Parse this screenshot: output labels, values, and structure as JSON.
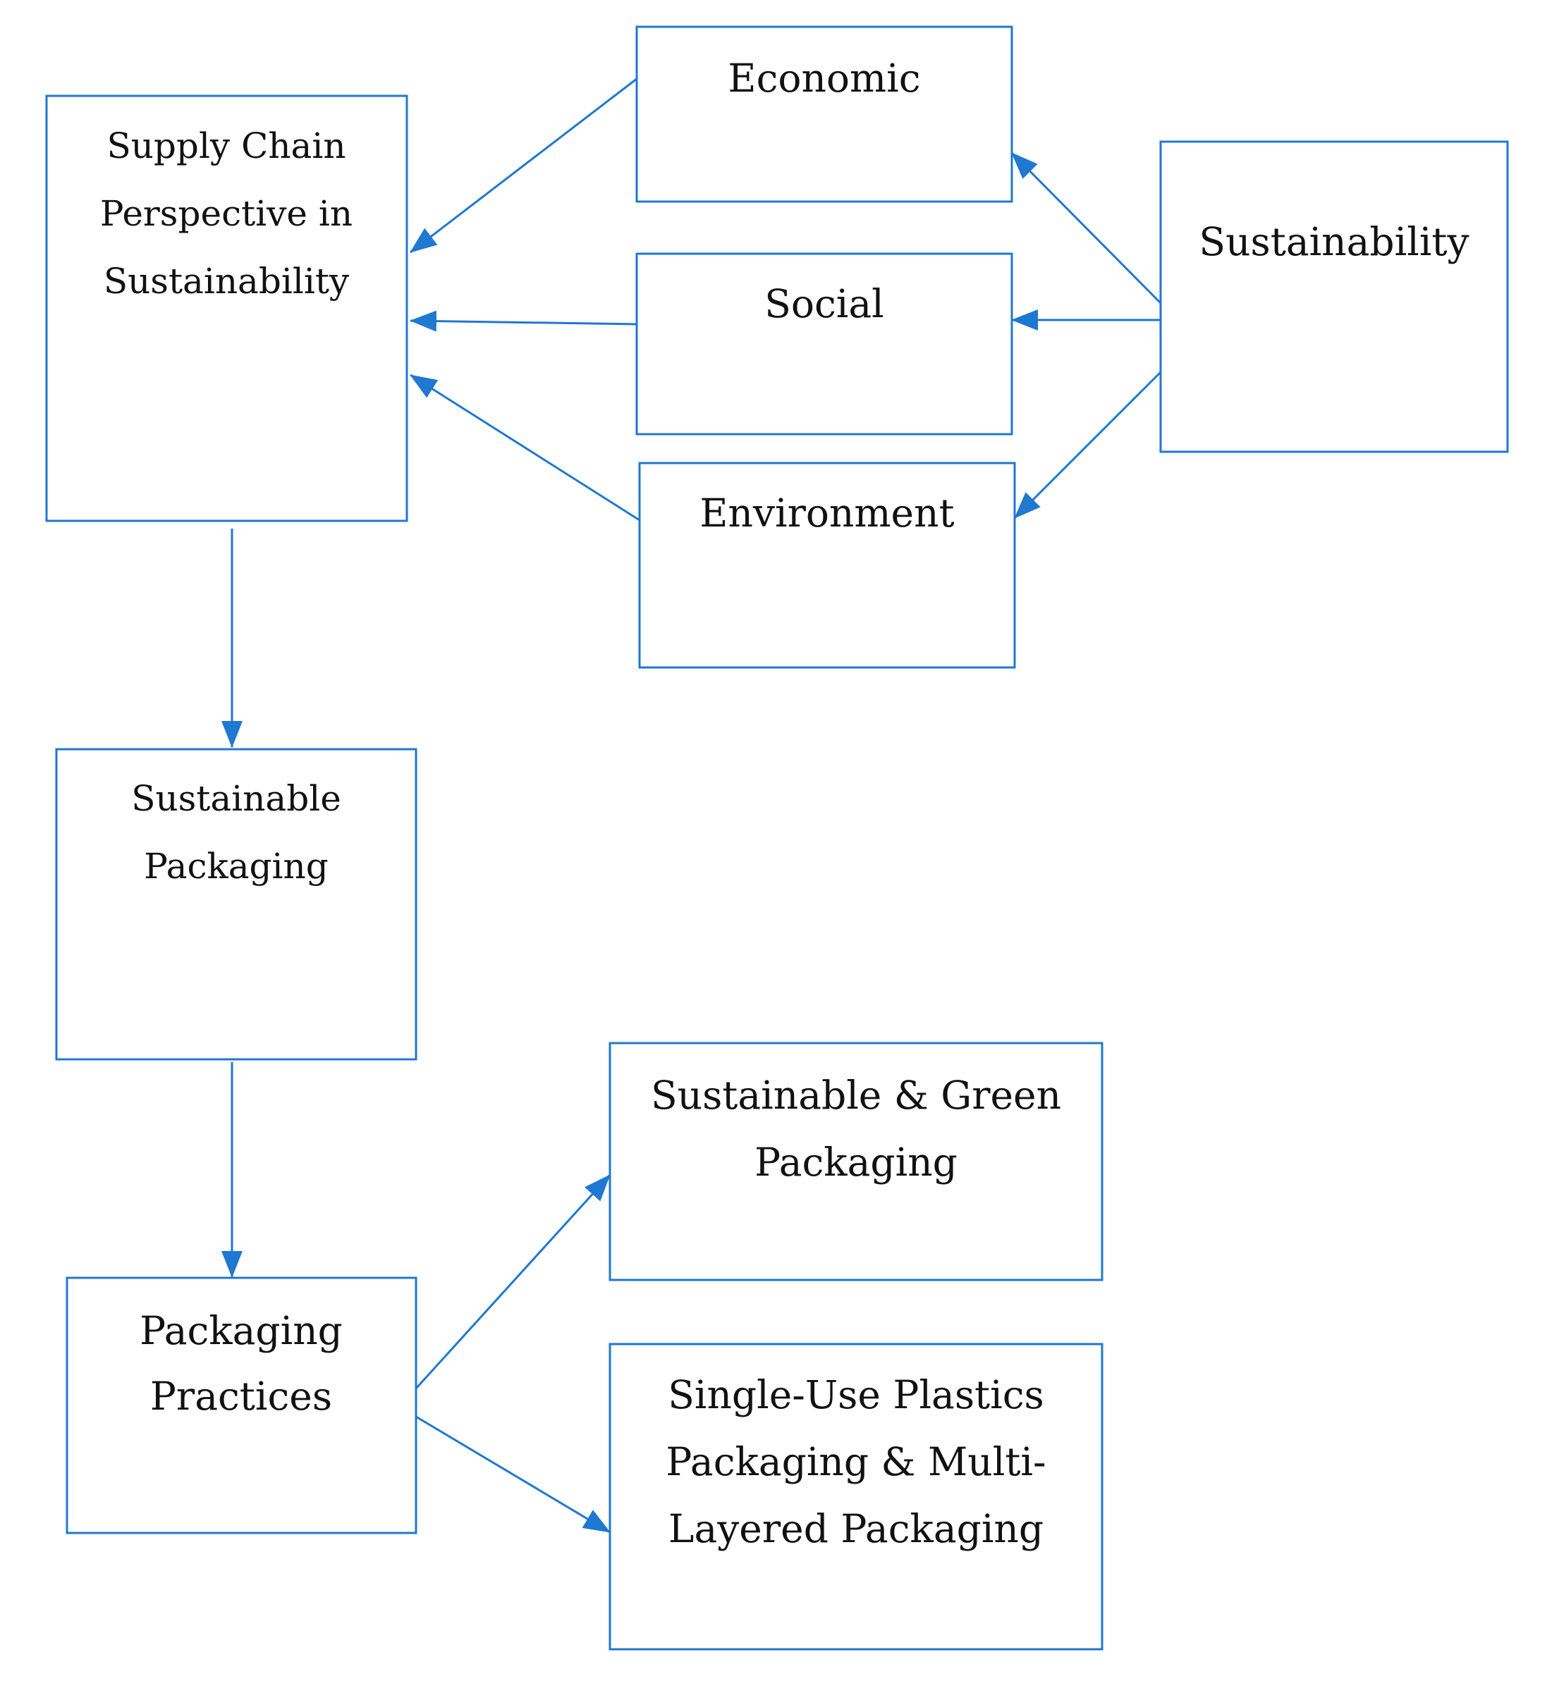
{
  "colors": {
    "box_border": "#1f78d1",
    "arrow": "#1f78d1",
    "text": "#111111",
    "background": "#ffffff"
  },
  "nodes": {
    "supply_chain": {
      "lines": [
        "Supply Chain",
        "Perspective in",
        "Sustainability"
      ]
    },
    "economic": {
      "lines": [
        "Economic"
      ]
    },
    "social": {
      "lines": [
        "Social"
      ]
    },
    "environment": {
      "lines": [
        "Environment"
      ]
    },
    "sustainability": {
      "lines": [
        "Sustainability"
      ]
    },
    "sustainable_packaging": {
      "lines": [
        "Sustainable",
        "Packaging"
      ]
    },
    "packaging_practices": {
      "lines": [
        "Packaging",
        "Practices"
      ]
    },
    "green_packaging": {
      "lines": [
        "Sustainable & Green",
        "Packaging"
      ]
    },
    "single_use": {
      "lines": [
        "Single-Use Plastics",
        "Packaging & Multi-",
        "Layered Packaging"
      ]
    }
  },
  "edges": [
    {
      "from": "economic",
      "to": "supply_chain"
    },
    {
      "from": "social",
      "to": "supply_chain"
    },
    {
      "from": "environment",
      "to": "supply_chain"
    },
    {
      "from": "sustainability",
      "to": "economic"
    },
    {
      "from": "sustainability",
      "to": "social"
    },
    {
      "from": "sustainability",
      "to": "environment"
    },
    {
      "from": "supply_chain",
      "to": "sustainable_packaging"
    },
    {
      "from": "sustainable_packaging",
      "to": "packaging_practices"
    },
    {
      "from": "packaging_practices",
      "to": "green_packaging"
    },
    {
      "from": "packaging_practices",
      "to": "single_use"
    }
  ]
}
